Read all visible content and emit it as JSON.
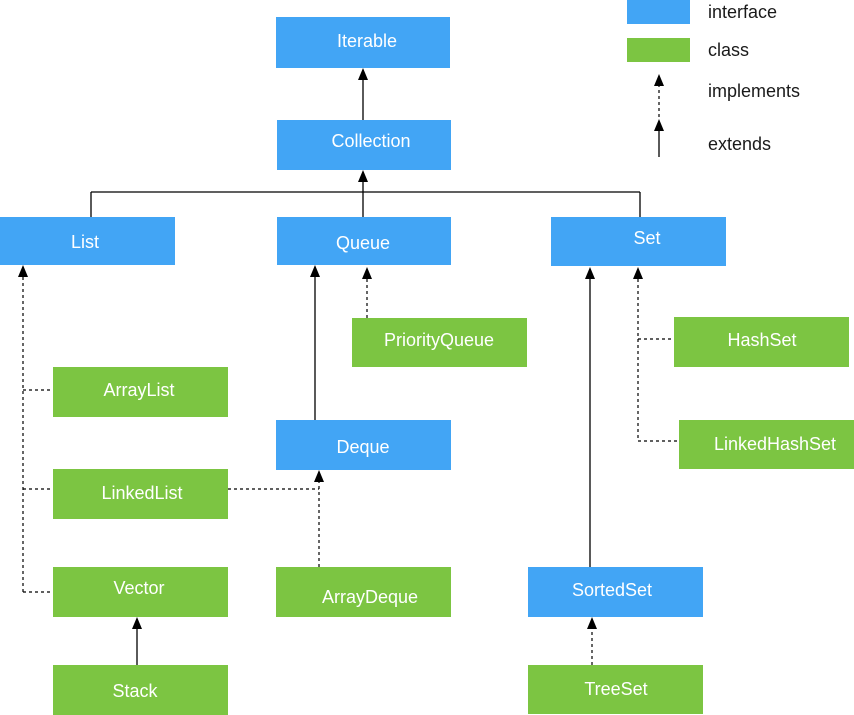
{
  "colors": {
    "interface": "#42a5f5",
    "class": "#7cc542",
    "edge": "#000000"
  },
  "legend": {
    "interface_label": "interface",
    "class_label": "class",
    "implements_label": "implements",
    "extends_label": "extends"
  },
  "nodes": {
    "iterable": {
      "label": "Iterable",
      "kind": "interface"
    },
    "collection": {
      "label": "Collection",
      "kind": "interface"
    },
    "list": {
      "label": "List",
      "kind": "interface"
    },
    "queue": {
      "label": "Queue",
      "kind": "interface"
    },
    "set": {
      "label": "Set",
      "kind": "interface"
    },
    "priorityqueue": {
      "label": "PriorityQueue",
      "kind": "class"
    },
    "arraylist": {
      "label": "ArrayList",
      "kind": "class"
    },
    "linkedlist": {
      "label": "LinkedList",
      "kind": "class"
    },
    "vector": {
      "label": "Vector",
      "kind": "class"
    },
    "stack": {
      "label": "Stack",
      "kind": "class"
    },
    "deque": {
      "label": "Deque",
      "kind": "interface"
    },
    "arraydeque": {
      "label": "ArrayDeque",
      "kind": "class"
    },
    "hashset": {
      "label": "HashSet",
      "kind": "class"
    },
    "linkedhashset": {
      "label": "LinkedHashSet",
      "kind": "class"
    },
    "sortedset": {
      "label": "SortedSet",
      "kind": "interface"
    },
    "treeset": {
      "label": "TreeSet",
      "kind": "class"
    }
  }
}
